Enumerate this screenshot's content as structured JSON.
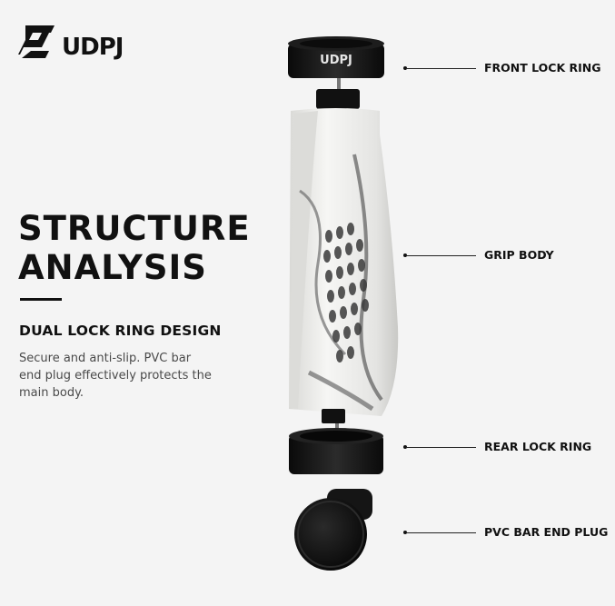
{
  "brand": {
    "name": "UDPJ",
    "logo_icon": "udpj-logo-icon"
  },
  "headline": {
    "line1": "STRUCTURE",
    "line2": "ANALYSIS"
  },
  "subheading": "DUAL LOCK RING DESIGN",
  "description": "Secure and anti-slip. PVC bar end plug effectively protects the main body.",
  "callouts": {
    "front_lock_ring": "FRONT LOCK RING",
    "grip_body": "GRIP BODY",
    "rear_lock_ring": "REAR LOCK RING",
    "bar_end_plug": "PVC BAR END PLUG"
  },
  "colors": {
    "background": "#f4f4f4",
    "text": "#111111",
    "ring": "#151515",
    "grip": "#e8e8e6"
  }
}
